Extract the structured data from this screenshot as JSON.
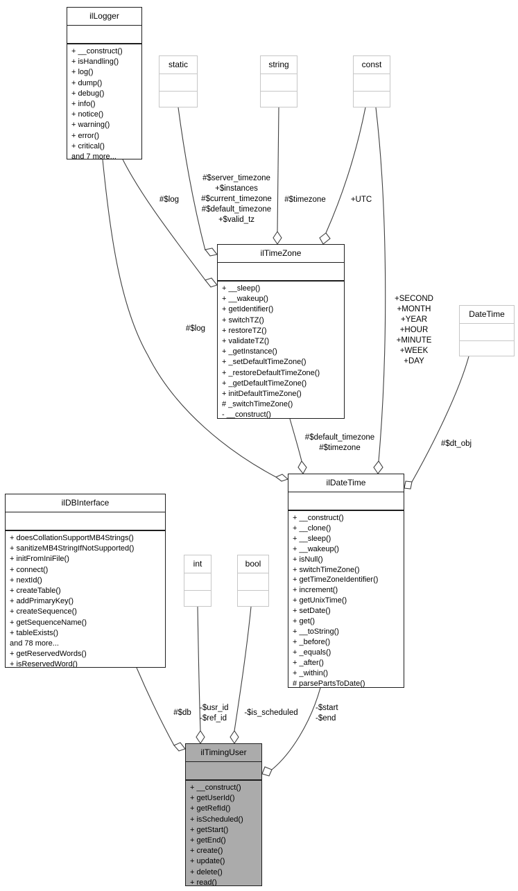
{
  "diagram": {
    "kind": "uml-collaboration-diagram",
    "colors": {
      "background": "#ffffff",
      "node_fill": "#ffffff",
      "focus_node_fill": "#ababab",
      "node_border": "#1d1d1d",
      "type_node_border": "#c6c6c6",
      "edge": "#3f3f3f",
      "text": "#000000"
    }
  },
  "classes": {
    "ilLogger": {
      "title": "ilLogger",
      "methods": [
        "+ __construct()",
        "+ isHandling()",
        "+ log()",
        "+ dump()",
        "+ debug()",
        "+ info()",
        "+ notice()",
        "+ warning()",
        "+ error()",
        "+ critical()",
        "and 7 more..."
      ]
    },
    "static_type": {
      "title": "static"
    },
    "string_type": {
      "title": "string"
    },
    "const_type": {
      "title": "const"
    },
    "ilTimeZone": {
      "title": "ilTimeZone",
      "methods": [
        "+ __sleep()",
        "+ __wakeup()",
        "+ getIdentifier()",
        "+ switchTZ()",
        "+ restoreTZ()",
        "+ validateTZ()",
        "+ _getInstance()",
        "+ _setDefaultTimeZone()",
        "+ _restoreDefaultTimeZone()",
        "+ _getDefaultTimeZone()",
        "+ initDefaultTimeZone()",
        "# _switchTimeZone()",
        "- __construct()"
      ]
    },
    "DateTime": {
      "title": "DateTime"
    },
    "ilDBInterface": {
      "title": "ilDBInterface",
      "methods": [
        "+ doesCollationSupportMB4Strings()",
        "+ sanitizeMB4StringIfNotSupported()",
        "+ initFromIniFile()",
        "+ connect()",
        "+ nextId()",
        "+ createTable()",
        "+ addPrimaryKey()",
        "+ createSequence()",
        "+ getSequenceName()",
        "+ tableExists()",
        "and 78 more...",
        "+ getReservedWords()",
        "+ isReservedWord()"
      ]
    },
    "int_type": {
      "title": "int"
    },
    "bool_type": {
      "title": "bool"
    },
    "ilDateTime": {
      "title": "ilDateTime",
      "methods": [
        "+ __construct()",
        "+ __clone()",
        "+ __sleep()",
        "+ __wakeup()",
        "+ isNull()",
        "+ switchTimeZone()",
        "+ getTimeZoneIdentifier()",
        "+ increment()",
        "+ getUnixTime()",
        "+ setDate()",
        "+ get()",
        "+ __toString()",
        "+ _before()",
        "+ _equals()",
        "+ _after()",
        "+ _within()",
        "# parsePartsToDate()"
      ]
    },
    "ilTimingUser": {
      "title": "ilTimingUser",
      "methods": [
        "+ __construct()",
        "+ getUserId()",
        "+ getRefId()",
        "+ isScheduled()",
        "+ getStart()",
        "+ getEnd()",
        "+ create()",
        "+ update()",
        "+ delete()",
        "+ read()"
      ]
    }
  },
  "edge_labels": {
    "logger_to_timezone": "#$log",
    "logger_to_datetime": "#$log",
    "static_to_timezone": "#$server_timezone\n+$instances\n#$current_timezone\n#$default_timezone\n+$valid_tz",
    "string_to_timezone": "#$timezone",
    "const_to_timezone": "+UTC",
    "const_to_datetime": "+SECOND\n+MONTH\n+YEAR\n+HOUR\n+MINUTE\n+WEEK\n+DAY",
    "timezone_to_datetime": "#$default_timezone\n#$timezone",
    "phpdatetime_to_datetime": "#$dt_obj",
    "db_to_timinguser": "#$db",
    "int_to_timinguser": "-$usr_id\n-$ref_id",
    "bool_to_timinguser": "-$is_scheduled",
    "datetime_to_timinguser": "-$start\n-$end"
  }
}
